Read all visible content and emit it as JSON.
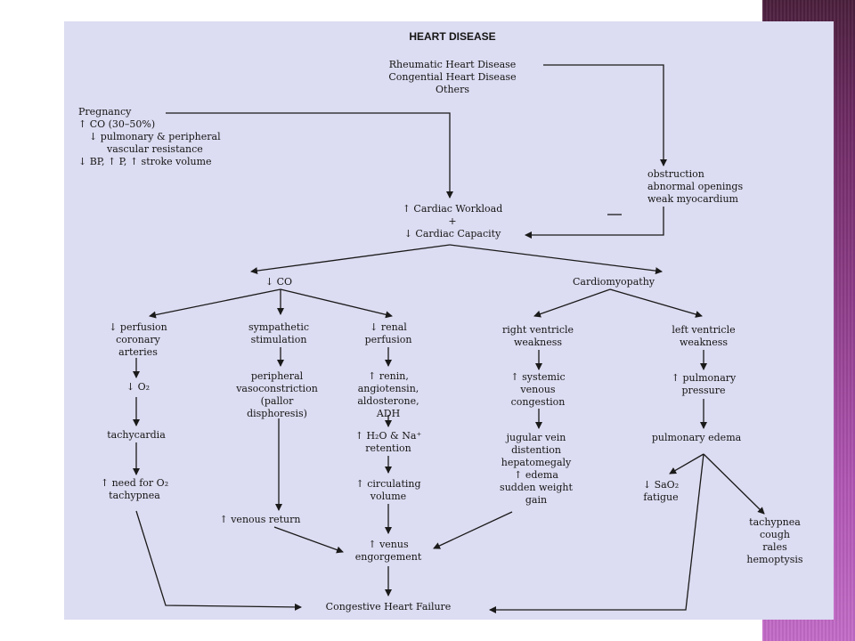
{
  "title": "HEART DISEASE",
  "nodes": {
    "causes": [
      "Rheumatic Heart Disease",
      "Congential Heart Disease",
      "Others"
    ],
    "pregnancy": [
      "Pregnancy",
      "↑ CO (30–50%)",
      "↓ pulmonary & peripheral",
      "vascular resistance",
      "↓ BP, ↑ P, ↑ stroke volume"
    ],
    "structural": [
      "obstruction",
      "abnormal openings",
      "weak myocardium"
    ],
    "workload": [
      "↑ Cardiac Workload",
      "+",
      "↓ Cardiac Capacity"
    ],
    "co": [
      "↓ CO"
    ],
    "cardiomyopathy": [
      "Cardiomyopathy"
    ],
    "perfusion_coronary": [
      "↓ perfusion",
      "coronary",
      "arteries"
    ],
    "sympathetic": [
      "sympathetic",
      "stimulation"
    ],
    "renal": [
      "↓ renal",
      "perfusion"
    ],
    "right_ventricle": [
      "right ventricle",
      "weakness"
    ],
    "left_ventricle": [
      "left ventricle",
      "weakness"
    ],
    "o2": [
      "↓ O₂"
    ],
    "vasoconstriction": [
      "peripheral",
      "vasoconstriction",
      "(pallor",
      "disphoresis)"
    ],
    "renin": [
      "↑ renin,",
      "angiotensin,",
      "aldosterone,",
      "ADH"
    ],
    "systemic_venous": [
      "↑ systemic",
      "venous",
      "congestion"
    ],
    "pulmonary_pressure": [
      "↑ pulmonary",
      "pressure"
    ],
    "tachycardia": [
      "tachycardia"
    ],
    "retention": [
      "↑ H₂O & Na⁺",
      "retention"
    ],
    "jugular": [
      "jugular vein",
      "distention",
      "hepatomegaly",
      "↑ edema",
      "sudden weight",
      "gain"
    ],
    "pulmonary_edema": [
      "pulmonary edema"
    ],
    "need_o2": [
      "↑ need for O₂",
      "tachypnea"
    ],
    "circulating": [
      "↑ circulating",
      "volume"
    ],
    "sao2": [
      "↓ SaO₂",
      "fatigue"
    ],
    "venous_return": [
      "↑ venous return"
    ],
    "tachypnea_list": [
      "tachypnea",
      "cough",
      "rales",
      "hemoptysis"
    ],
    "venus_engorgement": [
      "↑ venus",
      "engorgement"
    ],
    "chf": [
      "Congestive Heart Failure"
    ]
  }
}
